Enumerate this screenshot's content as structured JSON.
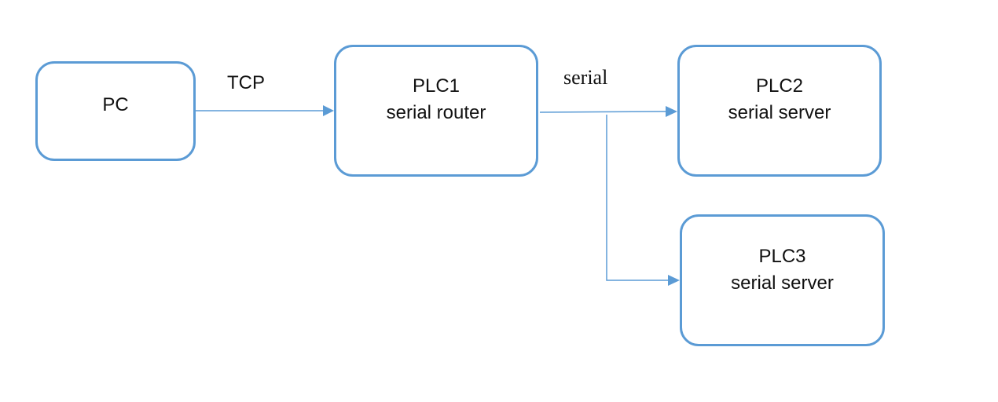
{
  "nodes": {
    "pc": {
      "line1": "PC"
    },
    "plc1": {
      "line1": "PLC1",
      "line2": "serial router"
    },
    "plc2": {
      "line1": "PLC2",
      "line2": "serial server"
    },
    "plc3": {
      "line1": "PLC3",
      "line2": "serial server"
    }
  },
  "edges": {
    "pc_to_plc1": {
      "label": "TCP"
    },
    "plc1_to_plc2": {
      "label": "serial"
    },
    "plc1_to_plc3": {
      "label": ""
    }
  },
  "colors": {
    "box_border": "#5b9bd5",
    "connector": "#5b9bd5",
    "text": "#111111",
    "background": "#ffffff"
  }
}
